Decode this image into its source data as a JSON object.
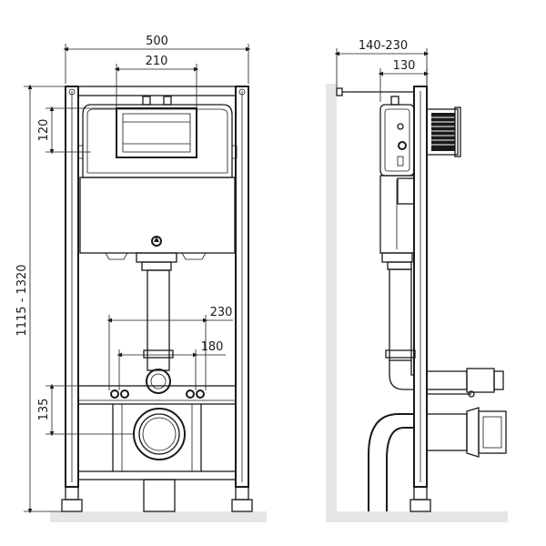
{
  "diagram": {
    "front_view": {
      "dim_width": "500",
      "dim_button_width": "210",
      "dim_button_height": "120",
      "dim_height_range": "1115 - 1320",
      "dim_mount_outer": "230",
      "dim_mount_inner": "180",
      "dim_mount_height": "135"
    },
    "side_view": {
      "dim_depth_range": "140-230",
      "dim_depth_fixed": "130"
    },
    "colors": {
      "line": "#1a1a1a",
      "floor": "#e6e6e6",
      "tank_fill": "#ffffff"
    }
  }
}
